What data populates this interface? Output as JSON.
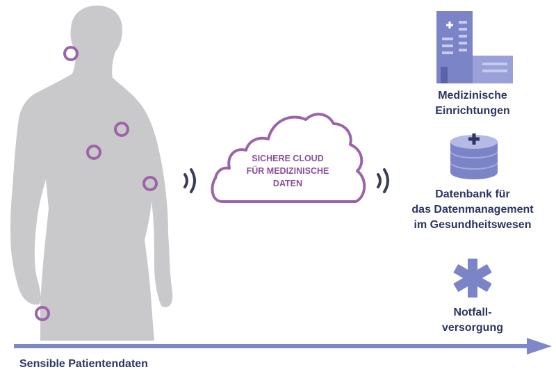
{
  "cloud": {
    "line1": "SICHERE CLOUD",
    "line2": "FÜR MEDIZINISCHE",
    "line3": "DATEN"
  },
  "destinations": [
    {
      "icon": "hospital-building-icon",
      "line1": "Medizinische",
      "line2": "Einrichtungen"
    },
    {
      "icon": "medical-database-icon",
      "line1": "Datenbank für",
      "line2": "das Datenmanagement",
      "line3": "im Gesundheitswesen"
    },
    {
      "icon": "star-of-life-icon",
      "line1": "Notfall-",
      "line2": "versorgung"
    }
  ],
  "bottom_label": "Sensible Patientendaten",
  "colors": {
    "body_silhouette": "#c9c9cc",
    "sensor_ring": "#9c64a8",
    "text": "#2d3560",
    "icon_blue": "#7c84c8",
    "arrow": "#7e87c9",
    "signal_waves": "#3a3d55"
  }
}
